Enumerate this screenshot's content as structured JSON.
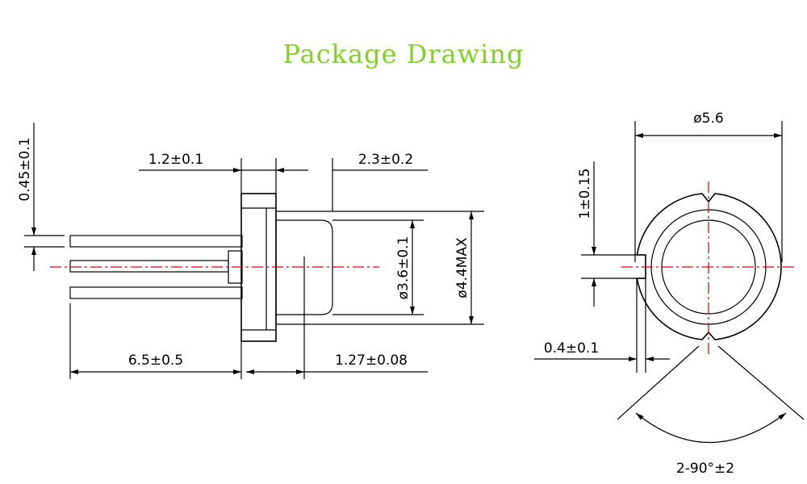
{
  "title": "Package Drawing",
  "colors": {
    "title": "#7ed320",
    "centerline": "#e00000",
    "line": "#000000"
  },
  "side_view": {
    "pin_thickness": "0.45±0.1",
    "flange_thickness": "1.2±0.1",
    "cap_length": "2.3±0.2",
    "window_diameter": "ø3.6±0.1",
    "body_diameter": "ø4.4MAX",
    "lead_length": "6.5±0.5",
    "pin_pitch": "1.27±0.08"
  },
  "end_view": {
    "flange_diameter": "ø5.6",
    "notch_width": "1±0.15",
    "notch_depth": "0.4±0.1",
    "notch_angle": "2-90°±2"
  }
}
